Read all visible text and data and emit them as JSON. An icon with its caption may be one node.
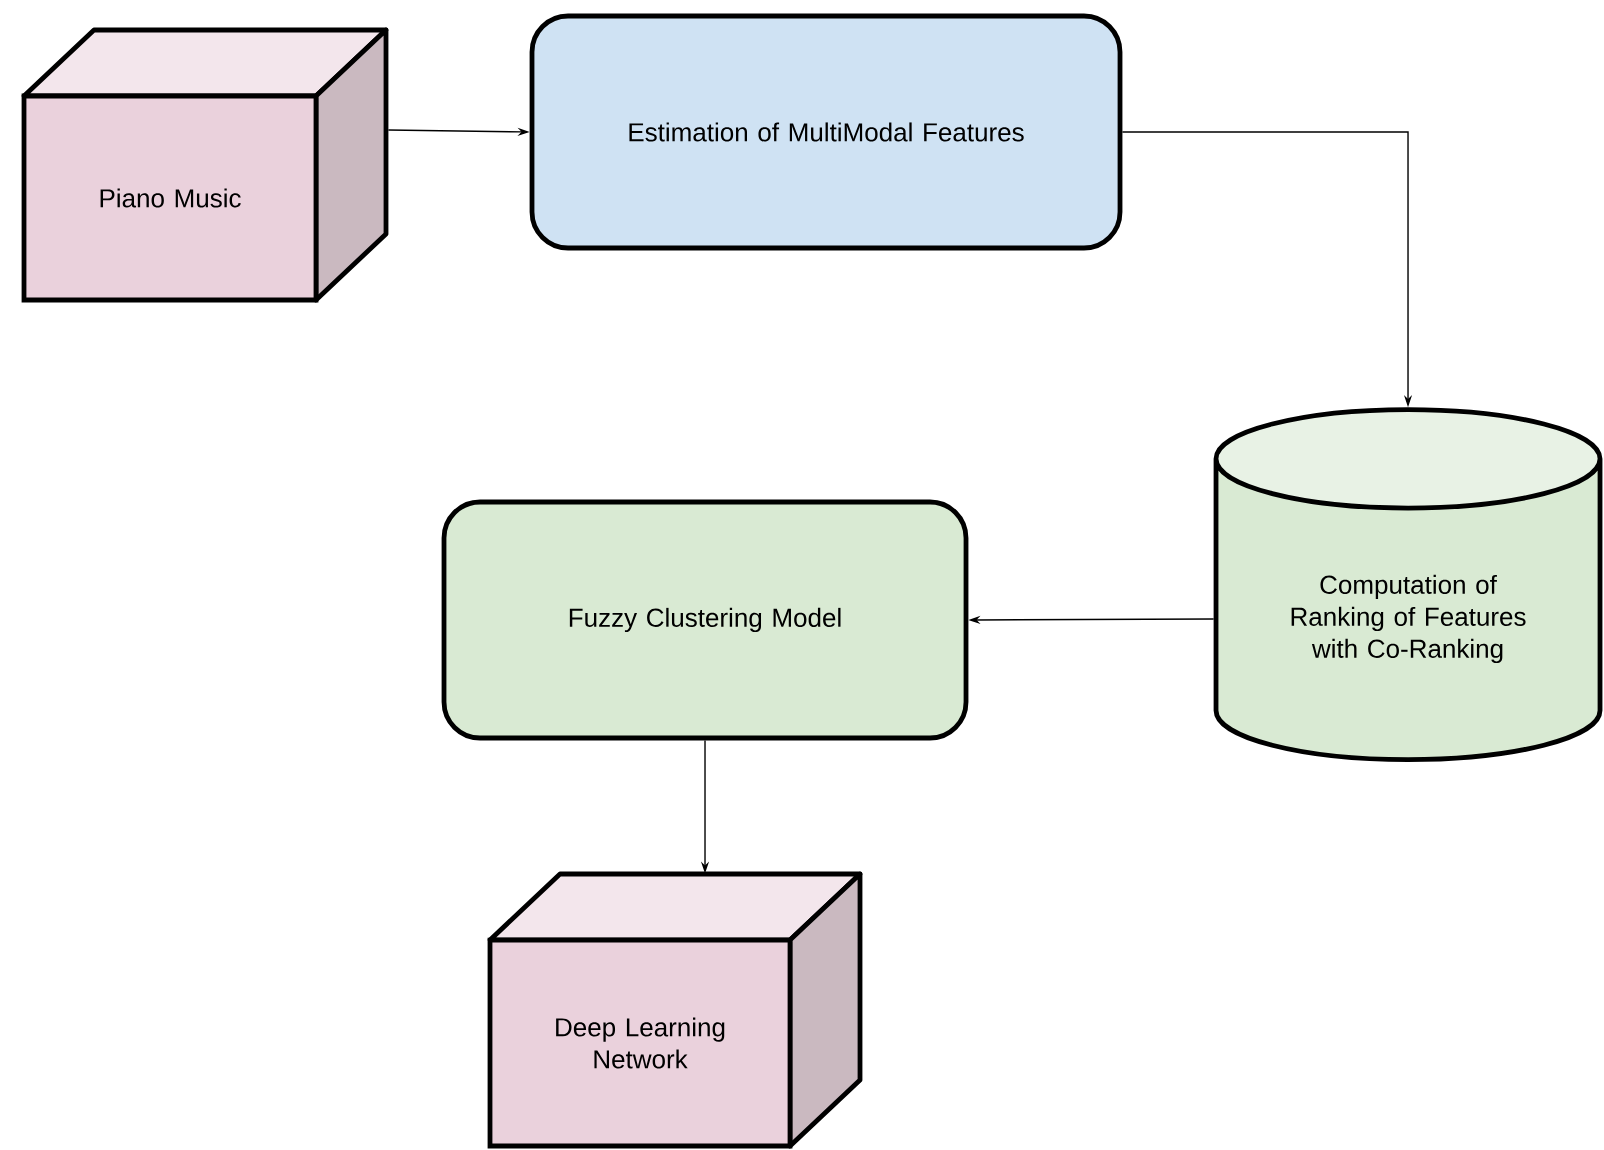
{
  "diagram": {
    "nodes": [
      {
        "text": [
          "Piano Music"
        ]
      },
      {
        "text": [
          "Estimation of MultiModal Features"
        ]
      },
      {
        "text": [
          "Computation of Ranking of Features with Co-Ranking"
        ]
      },
      {
        "text": [
          "Fuzzy Clustering Model"
        ]
      },
      {
        "text": [
          "Deep Learning Network"
        ]
      }
    ],
    "edges": [
      {
        "from": 0,
        "to": 1,
        "arrow": "to"
      },
      {
        "from": 1,
        "to": 2,
        "arrow": "to"
      },
      {
        "from": 2,
        "to": 3,
        "arrow": "to"
      },
      {
        "from": 3,
        "to": 4,
        "arrow": "to"
      }
    ]
  }
}
